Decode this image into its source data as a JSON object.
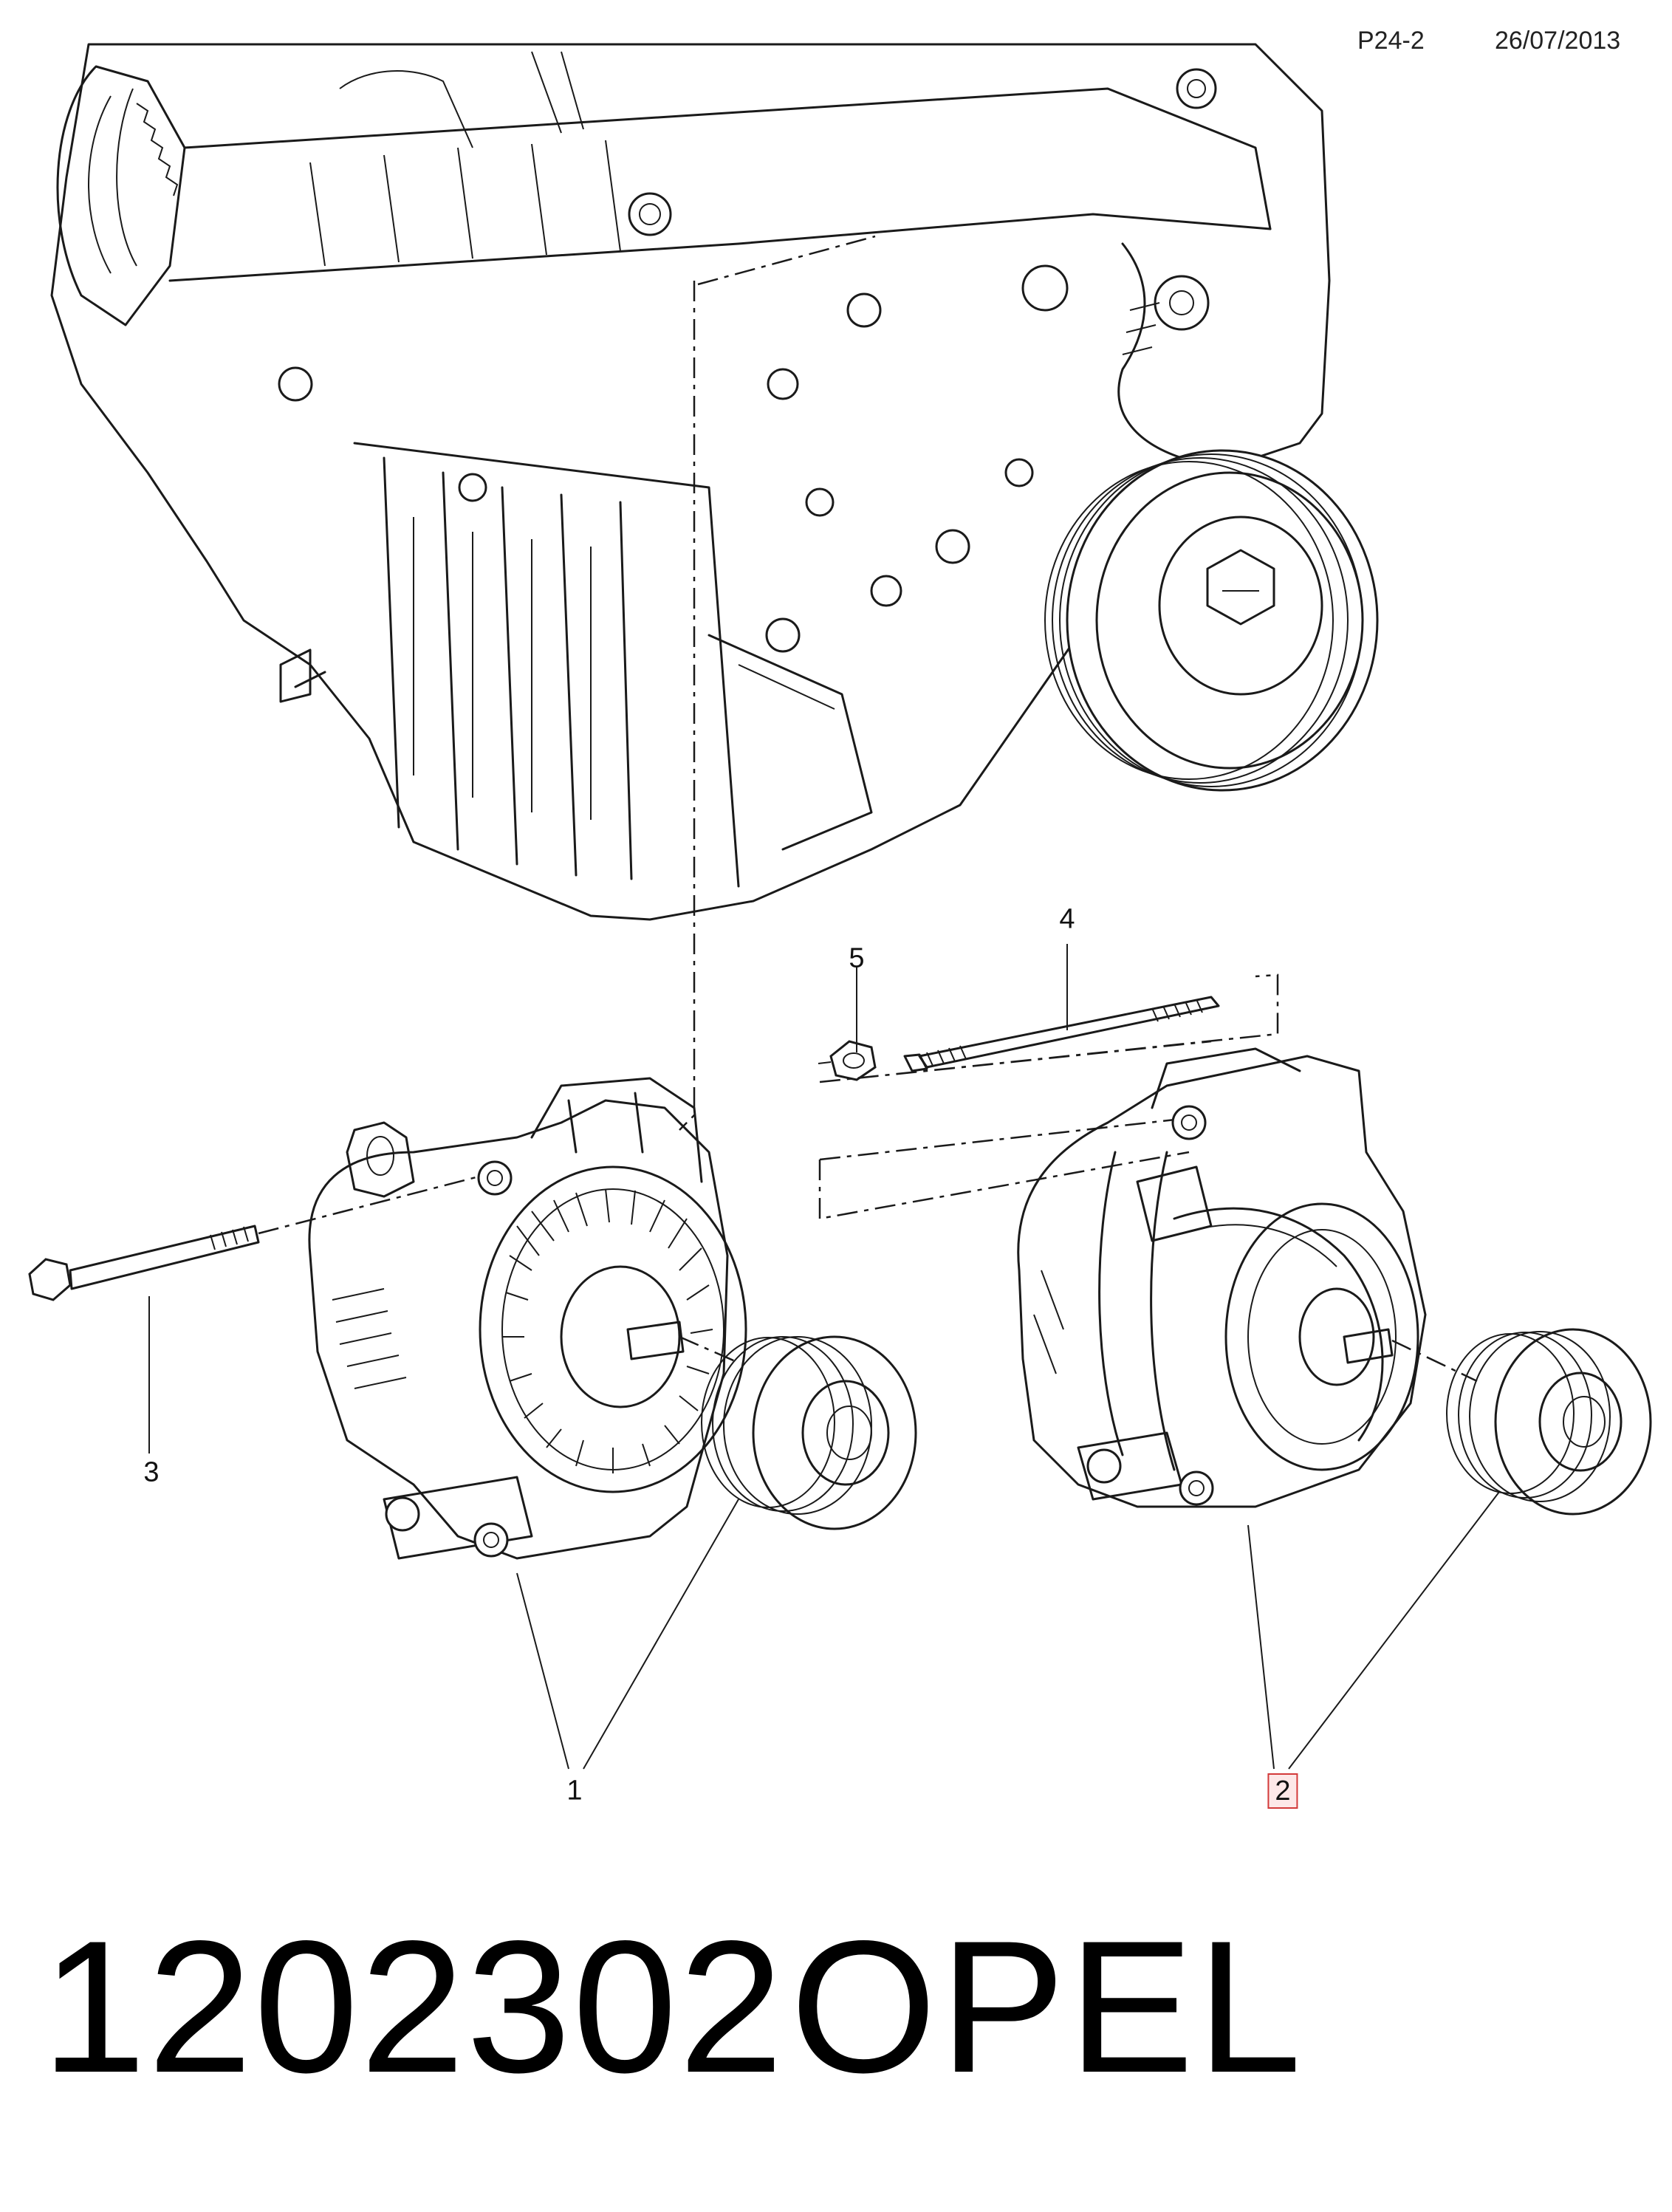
{
  "header": {
    "sheet_code": "P24-2",
    "date": "26/07/2013"
  },
  "callouts": {
    "c1": "1",
    "c2": "2",
    "c3": "3",
    "c4": "4",
    "c5": "5"
  },
  "highlight_color": "#d33a3a",
  "footer": {
    "part_number": "1202302",
    "brand": "OPEL"
  }
}
